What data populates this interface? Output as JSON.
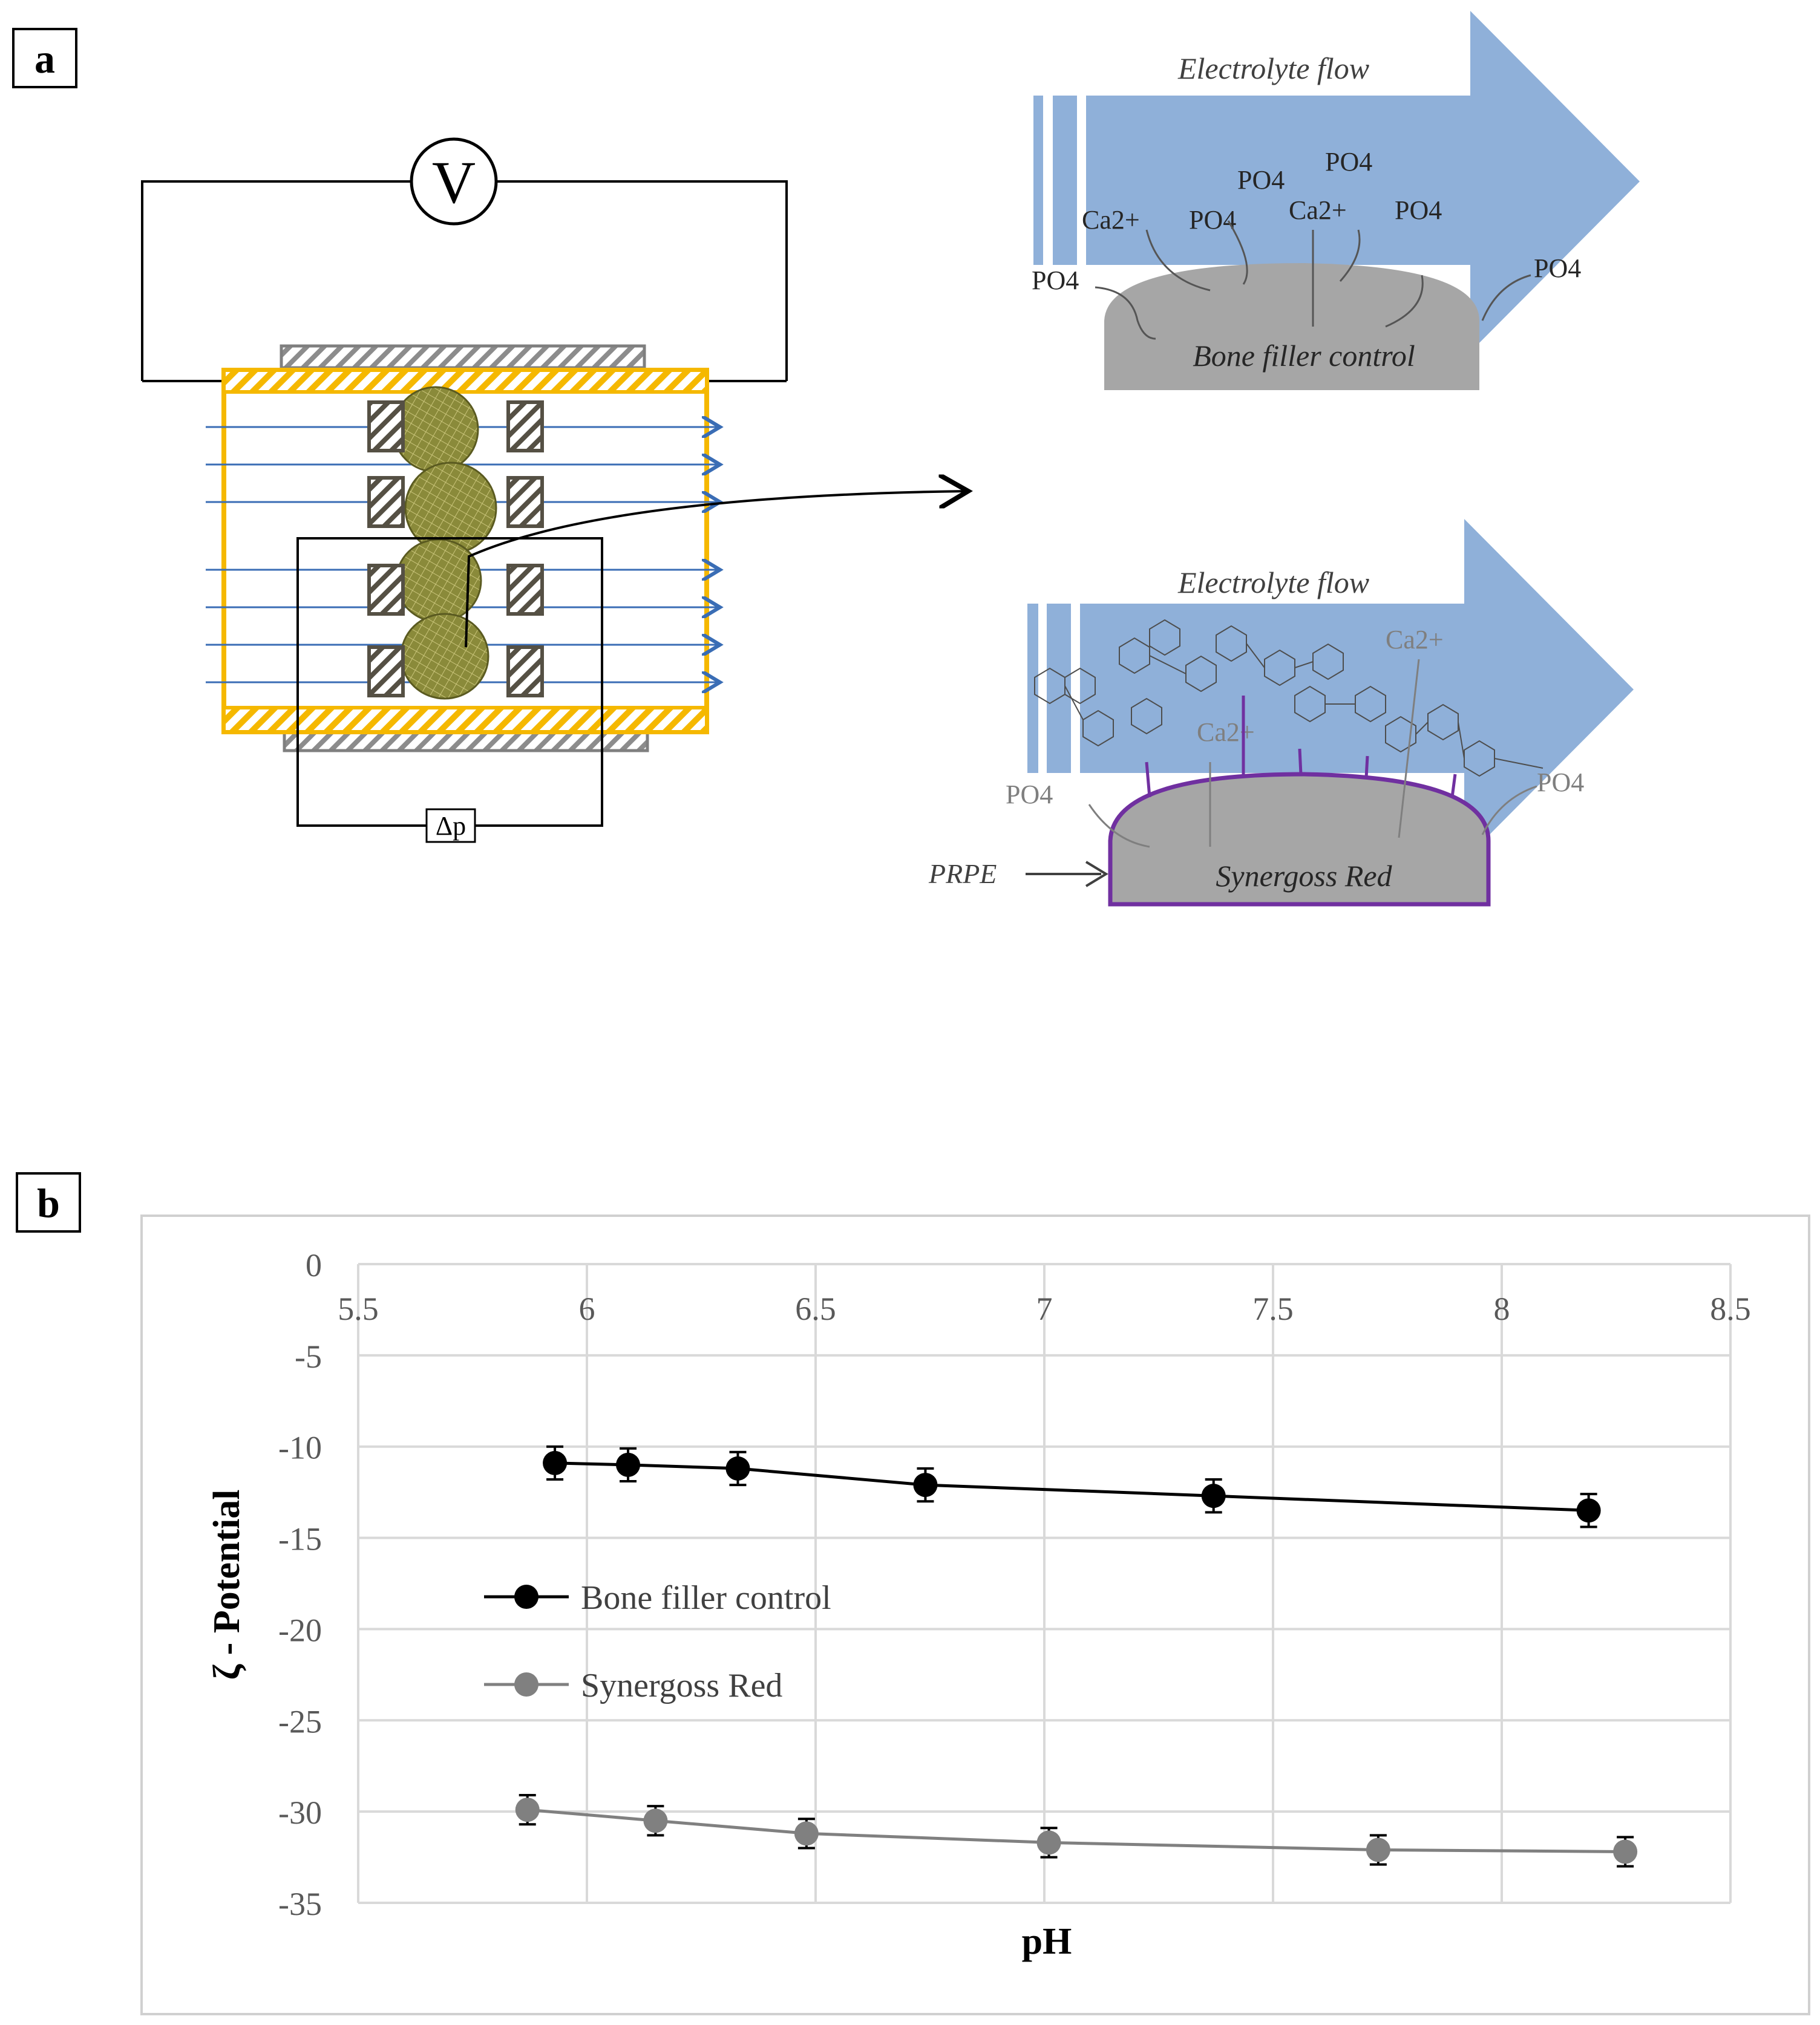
{
  "panel_a": {
    "label": "a",
    "voltmeter": "V",
    "pressure": "Δp",
    "top_flow": {
      "flow_label": "Electrolyte flow",
      "surface_label": "Bone filler control",
      "ions": [
        "PO4",
        "Ca2+",
        "PO4",
        "PO4",
        "Ca2+",
        "PO4",
        "PO4",
        "PO4"
      ]
    },
    "bottom_flow": {
      "flow_label": "Electrolyte flow",
      "surface_label": "Synergoss Red",
      "ions": [
        "Ca2+",
        "Ca2+",
        "PO4",
        "PO4"
      ],
      "prpe_label": "PRPE"
    },
    "colors": {
      "flow": "#8fb0d9",
      "surface": "#a6a6a6",
      "frame": "#f5b800",
      "coating": "#7030a0"
    }
  },
  "panel_b": {
    "label": "b",
    "chart_data": {
      "type": "line",
      "xlabel": "pH",
      "ylabel": "ζ - Potential",
      "xlim": [
        5.5,
        8.5
      ],
      "ylim": [
        -35,
        0
      ],
      "xticks": [
        "5.5",
        "6",
        "6.5",
        "7",
        "7.5",
        "8",
        "8.5"
      ],
      "yticks": [
        "0",
        "-5",
        "-10",
        "-15",
        "-20",
        "-25",
        "-30",
        "-35"
      ],
      "grid": true,
      "legend_position": "center-left",
      "series": [
        {
          "name": "Bone filler control",
          "color": "#000000",
          "x": [
            5.93,
            6.09,
            6.33,
            6.74,
            7.37,
            8.19
          ],
          "y": [
            -10.9,
            -11.0,
            -11.2,
            -12.1,
            -12.7,
            -13.5
          ],
          "err": [
            0.9,
            0.9,
            0.9,
            0.9,
            0.9,
            0.9
          ]
        },
        {
          "name": "Synergoss Red",
          "color": "#808080",
          "x": [
            5.87,
            6.15,
            6.48,
            7.01,
            7.73,
            8.27
          ],
          "y": [
            -29.9,
            -30.5,
            -31.2,
            -31.7,
            -32.1,
            -32.2
          ],
          "err": [
            0.8,
            0.8,
            0.8,
            0.8,
            0.8,
            0.8
          ]
        }
      ]
    }
  }
}
